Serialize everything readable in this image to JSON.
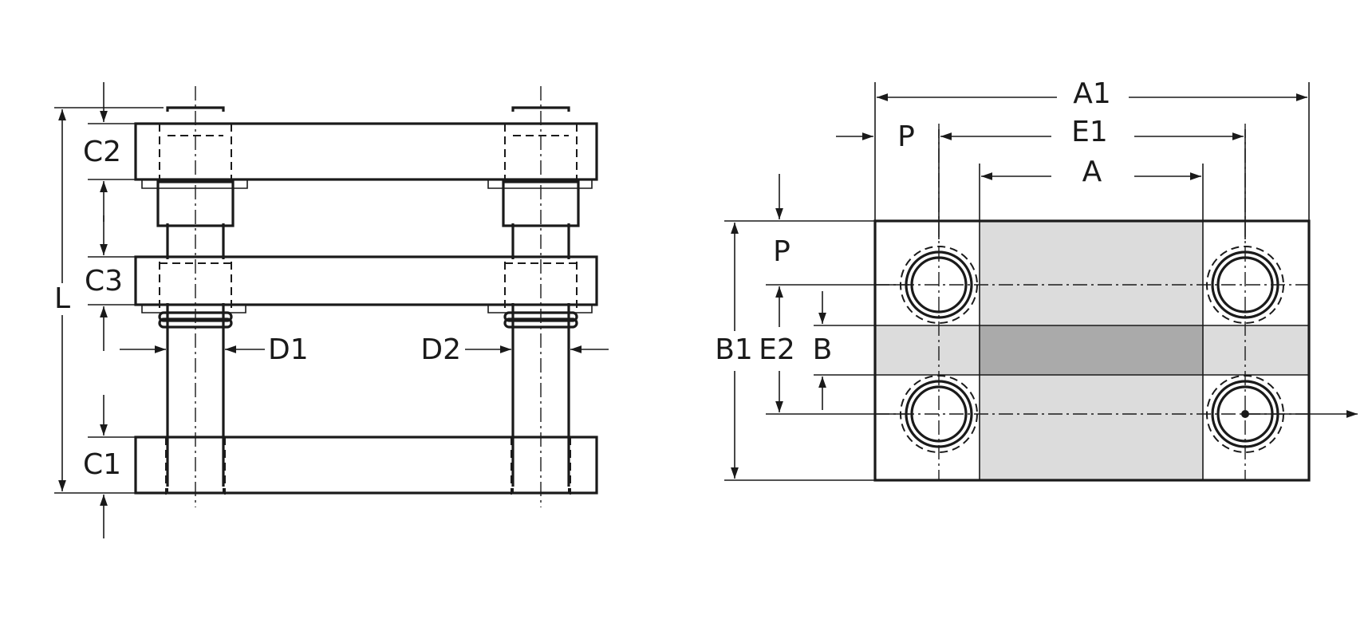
{
  "side_view": {
    "labels": {
      "c2": "C2",
      "c3": "C3",
      "c1": "C1",
      "l": "L",
      "d1": "D1",
      "d2": "D2"
    }
  },
  "top_view": {
    "labels": {
      "a1": "A1",
      "p_top": "P",
      "e1": "E1",
      "a": "A",
      "p_side": "P",
      "b1": "B1",
      "e2": "E2",
      "b": "B"
    },
    "colors": {
      "light_band": "#dcdcdc",
      "dark_band": "#aaaaaa",
      "line": "#1a1a1a"
    }
  }
}
